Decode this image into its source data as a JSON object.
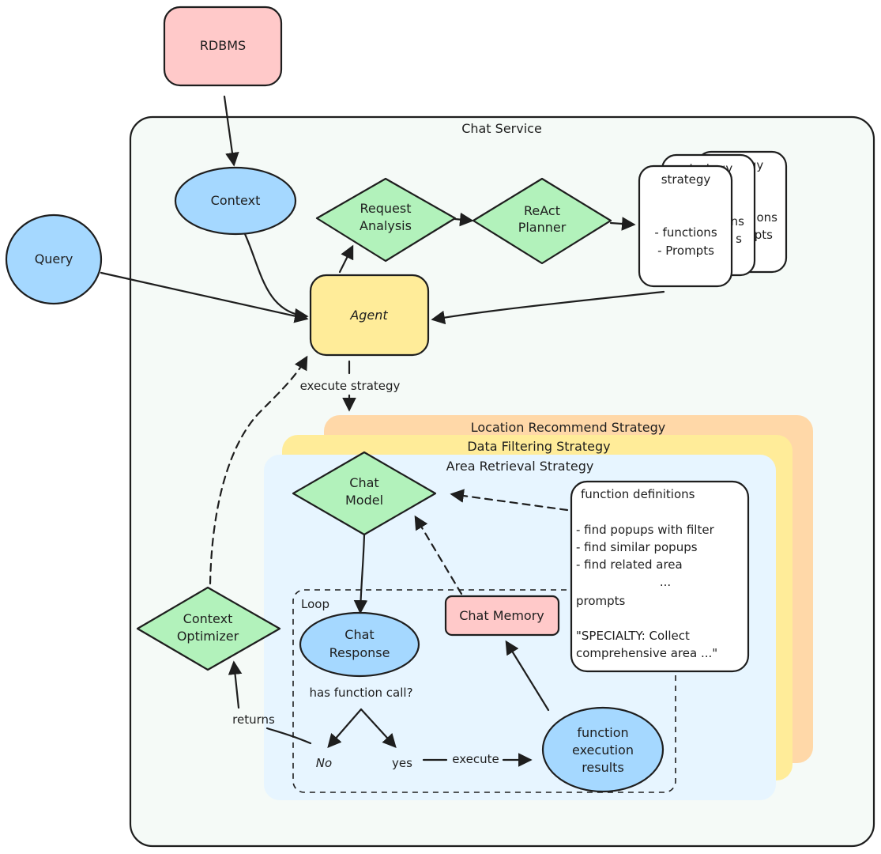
{
  "colors": {
    "red": "#ffc9c9",
    "blue": "#a5d8ff",
    "green": "#b2f2bb",
    "yellow": "#ffec99",
    "orange": "#ffd8a8",
    "light_blue": "#e7f5ff",
    "stroke": "#1e1e1e"
  },
  "nodes": {
    "rdbms": "RDBMS",
    "context": "Context",
    "query": "Query",
    "request_analysis": [
      "Request",
      "Analysis"
    ],
    "react_planner": [
      "ReAct",
      "Planner"
    ],
    "agent": "Agent",
    "strategy_card": {
      "title": "strategy",
      "lines": [
        "- functions",
        "- Prompts"
      ],
      "back_fragments": [
        "strategy",
        "strategy",
        "ons",
        "ns",
        "pts",
        "s"
      ]
    },
    "chat_model": [
      "Chat",
      "Model"
    ],
    "chat_response": [
      "Chat",
      "Response"
    ],
    "chat_memory": "Chat Memory",
    "function_results": [
      "function",
      "execution",
      "results"
    ],
    "context_optimizer": [
      "Context",
      "Optimizer"
    ],
    "no": "No",
    "yes": "yes",
    "function_box": [
      "function definitions",
      "",
      "- find popups with filter",
      "- find similar popups",
      "- find related area",
      "...",
      "prompts",
      "",
      "\"SPECIALTY: Collect",
      "comprehensive area ...\""
    ]
  },
  "groups": {
    "chat_service": "Chat Service",
    "location_strategy": "Location Recommend Strategy",
    "data_filtering_strategy": "Data Filtering Strategy",
    "area_retrieval_strategy": "Area Retrieval Strategy",
    "loop": "Loop"
  },
  "edge_labels": {
    "execute_strategy": "execute strategy",
    "has_function_call": "has function call?",
    "returns": "returns",
    "execute": "execute"
  }
}
